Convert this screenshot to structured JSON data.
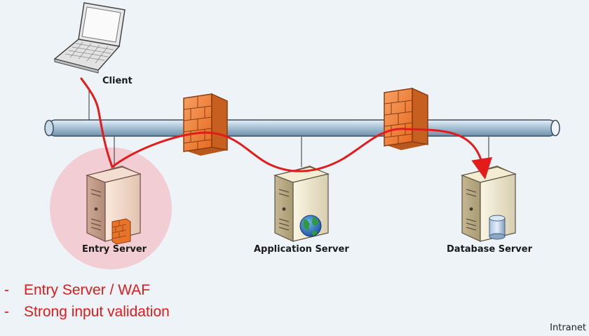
{
  "nodes": {
    "client": "Client",
    "entry_server": "Entry Server",
    "application_server": "Application Server",
    "database_server": "Database Server"
  },
  "bullets": [
    "Entry Server / WAF",
    "Strong input validation"
  ],
  "footer": "Intranet",
  "colors": {
    "flow_path": "#e31b1b",
    "highlight": "#f2c9cf",
    "pipe": "#a9c4d8",
    "firewall": "#f07a34",
    "bullet_text": "#e01b1b"
  }
}
